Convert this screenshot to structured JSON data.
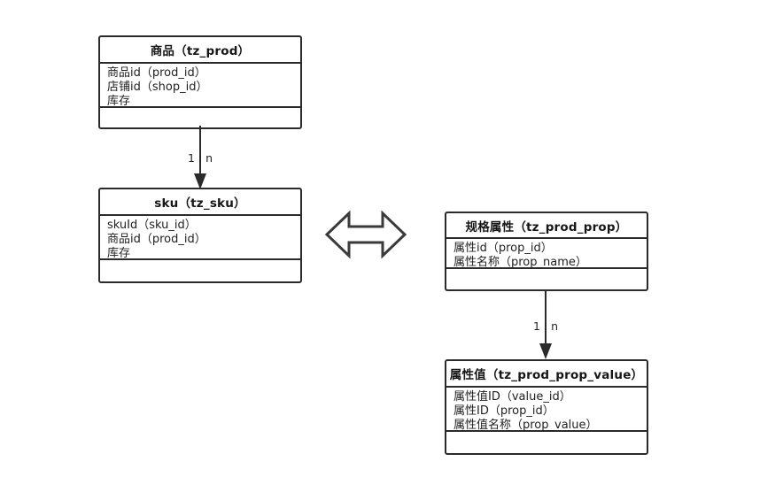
{
  "diagram": {
    "type": "er-diagram",
    "background": "#ffffff",
    "line_color": "#2b2b2b",
    "entities": [
      {
        "id": "tz_prod",
        "title": "商品（tz_prod）",
        "fields": [
          "商品id（prod_id）",
          "店铺id（shop_id）",
          "库存"
        ],
        "footer": ""
      },
      {
        "id": "tz_sku",
        "title": "sku（tz_sku）",
        "fields": [
          "skuId（sku_id）",
          "商品id（prod_id）",
          "库存"
        ],
        "footer": ""
      },
      {
        "id": "tz_prod_prop",
        "title": "规格属性（tz_prod_prop）",
        "fields": [
          "属性id（prop_id）",
          "属性名称（prop_name）"
        ],
        "footer": ""
      },
      {
        "id": "tz_prod_prop_value",
        "title": "属性值（tz_prod_prop_value）",
        "fields": [
          "属性值ID（value_id）",
          "属性ID（prop_id）",
          "属性值名称（prop_value）"
        ],
        "footer": ""
      }
    ],
    "relations": [
      {
        "id": "prod-to-sku",
        "from": "tz_prod",
        "to": "tz_sku",
        "label": "1 : n"
      },
      {
        "id": "prop-to-prop-value",
        "from": "tz_prod_prop",
        "to": "tz_prod_prop_value",
        "label": "1 : n"
      }
    ],
    "link_arrow": {
      "id": "sku-prop-link",
      "kind": "double-headed-arrow",
      "label": ""
    }
  }
}
